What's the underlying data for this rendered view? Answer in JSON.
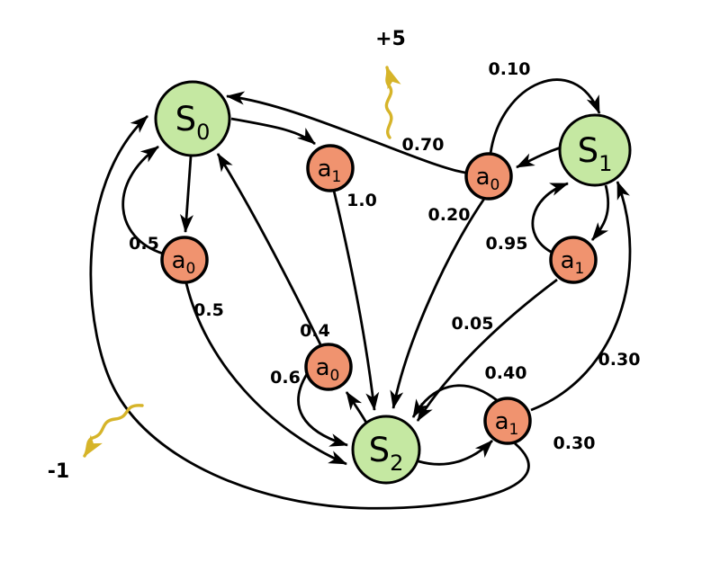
{
  "diagram": {
    "type": "markov-decision-process-graph",
    "colors": {
      "state_fill": "#c5e8a2",
      "action_fill": "#f0936f",
      "edge": "#000000",
      "reward": "#d6b429",
      "text": "#000000"
    },
    "states": [
      {
        "id": "S0",
        "label": "S",
        "sub": "0"
      },
      {
        "id": "S1",
        "label": "S",
        "sub": "1"
      },
      {
        "id": "S2",
        "label": "S",
        "sub": "2"
      }
    ],
    "actions": [
      {
        "id": "s0-a1",
        "label": "a",
        "sub": "1"
      },
      {
        "id": "s1-a0",
        "label": "a",
        "sub": "0"
      },
      {
        "id": "s0-a0",
        "label": "a",
        "sub": "0"
      },
      {
        "id": "s1-a1",
        "label": "a",
        "sub": "1"
      },
      {
        "id": "s2-a0",
        "label": "a",
        "sub": "0"
      },
      {
        "id": "s2-a1",
        "label": "a",
        "sub": "1"
      }
    ],
    "edge_labels": [
      {
        "text": "0.10"
      },
      {
        "text": "0.70"
      },
      {
        "text": "0.20"
      },
      {
        "text": "0.95"
      },
      {
        "text": "0.5"
      },
      {
        "text": "0.5"
      },
      {
        "text": "1.0"
      },
      {
        "text": "0.4"
      },
      {
        "text": "0.6"
      },
      {
        "text": "0.05"
      },
      {
        "text": "0.40"
      },
      {
        "text": "0.30"
      },
      {
        "text": "0.30"
      }
    ],
    "rewards": [
      {
        "text": "+5"
      },
      {
        "text": "-1"
      }
    ]
  }
}
